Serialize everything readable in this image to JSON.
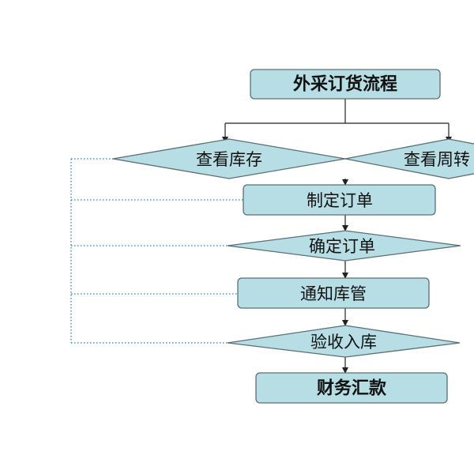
{
  "diagram": {
    "title": "外采订货流程",
    "nodes": {
      "check_stock": "查看库存",
      "check_turnover": "查看周转",
      "make_order": "制定订单",
      "confirm_order": "确定订单",
      "notify_warehouse": "通知库管",
      "inspect_store": "验收入库",
      "finance_payment": "财务汇款"
    },
    "colors": {
      "node_fill": "#b7dde5",
      "node_stroke": "#5b6f77",
      "feedback_line": "#2f7fb6"
    }
  }
}
